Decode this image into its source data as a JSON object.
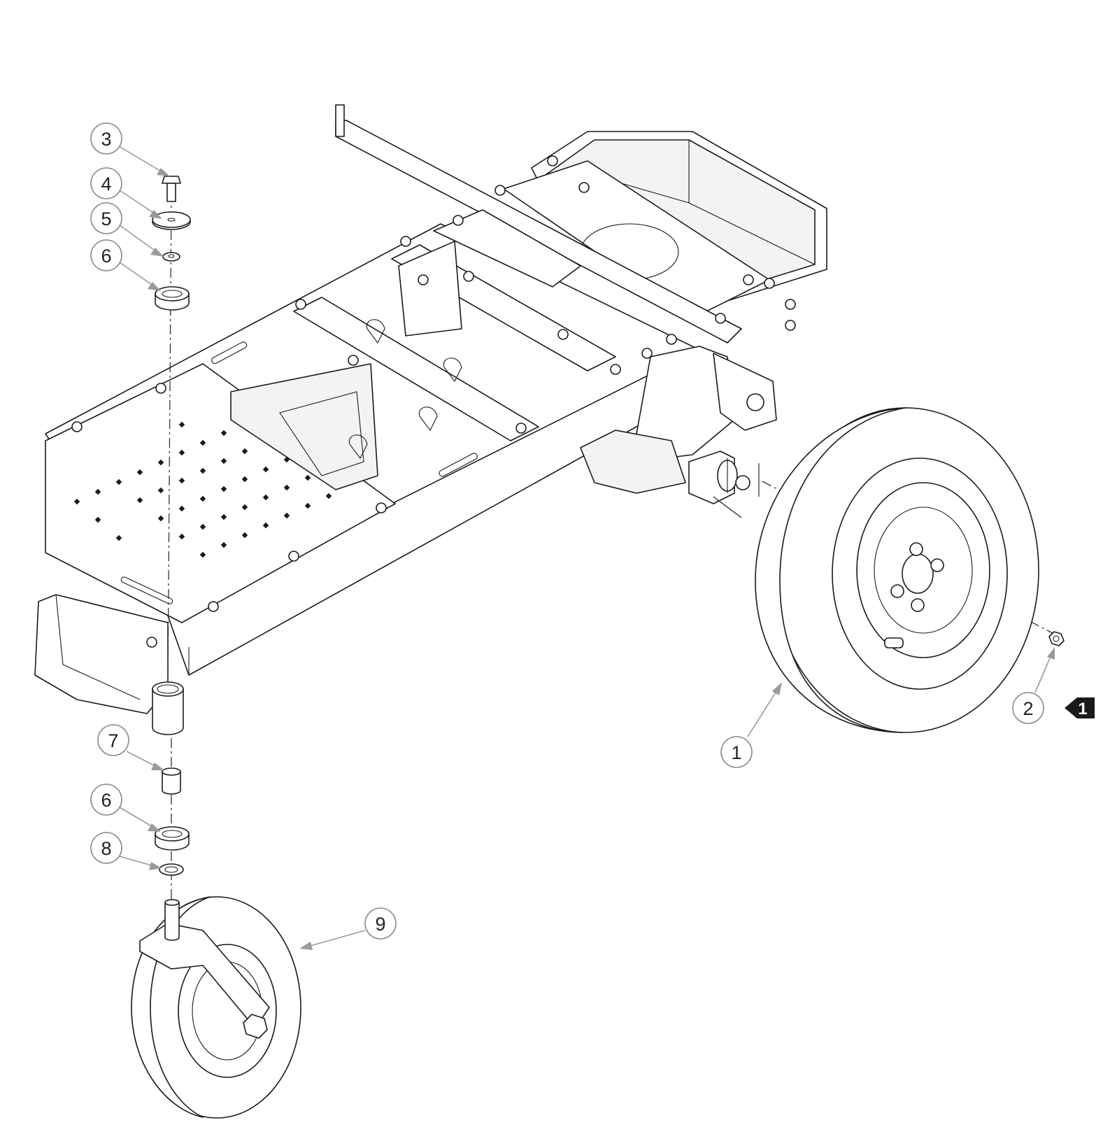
{
  "callouts": [
    {
      "id": "callout-1",
      "label": "1"
    },
    {
      "id": "callout-2",
      "label": "2"
    },
    {
      "id": "callout-3",
      "label": "3"
    },
    {
      "id": "callout-4",
      "label": "4"
    },
    {
      "id": "callout-5",
      "label": "5"
    },
    {
      "id": "callout-6a",
      "label": "6"
    },
    {
      "id": "callout-7",
      "label": "7"
    },
    {
      "id": "callout-6b",
      "label": "6"
    },
    {
      "id": "callout-8",
      "label": "8"
    },
    {
      "id": "callout-9",
      "label": "9"
    }
  ],
  "note_flag": {
    "label": "1",
    "color": "#1a1a1a"
  },
  "colors": {
    "line": "#1a1a1a",
    "leader": "#9a9a9a",
    "background": "#ffffff"
  }
}
